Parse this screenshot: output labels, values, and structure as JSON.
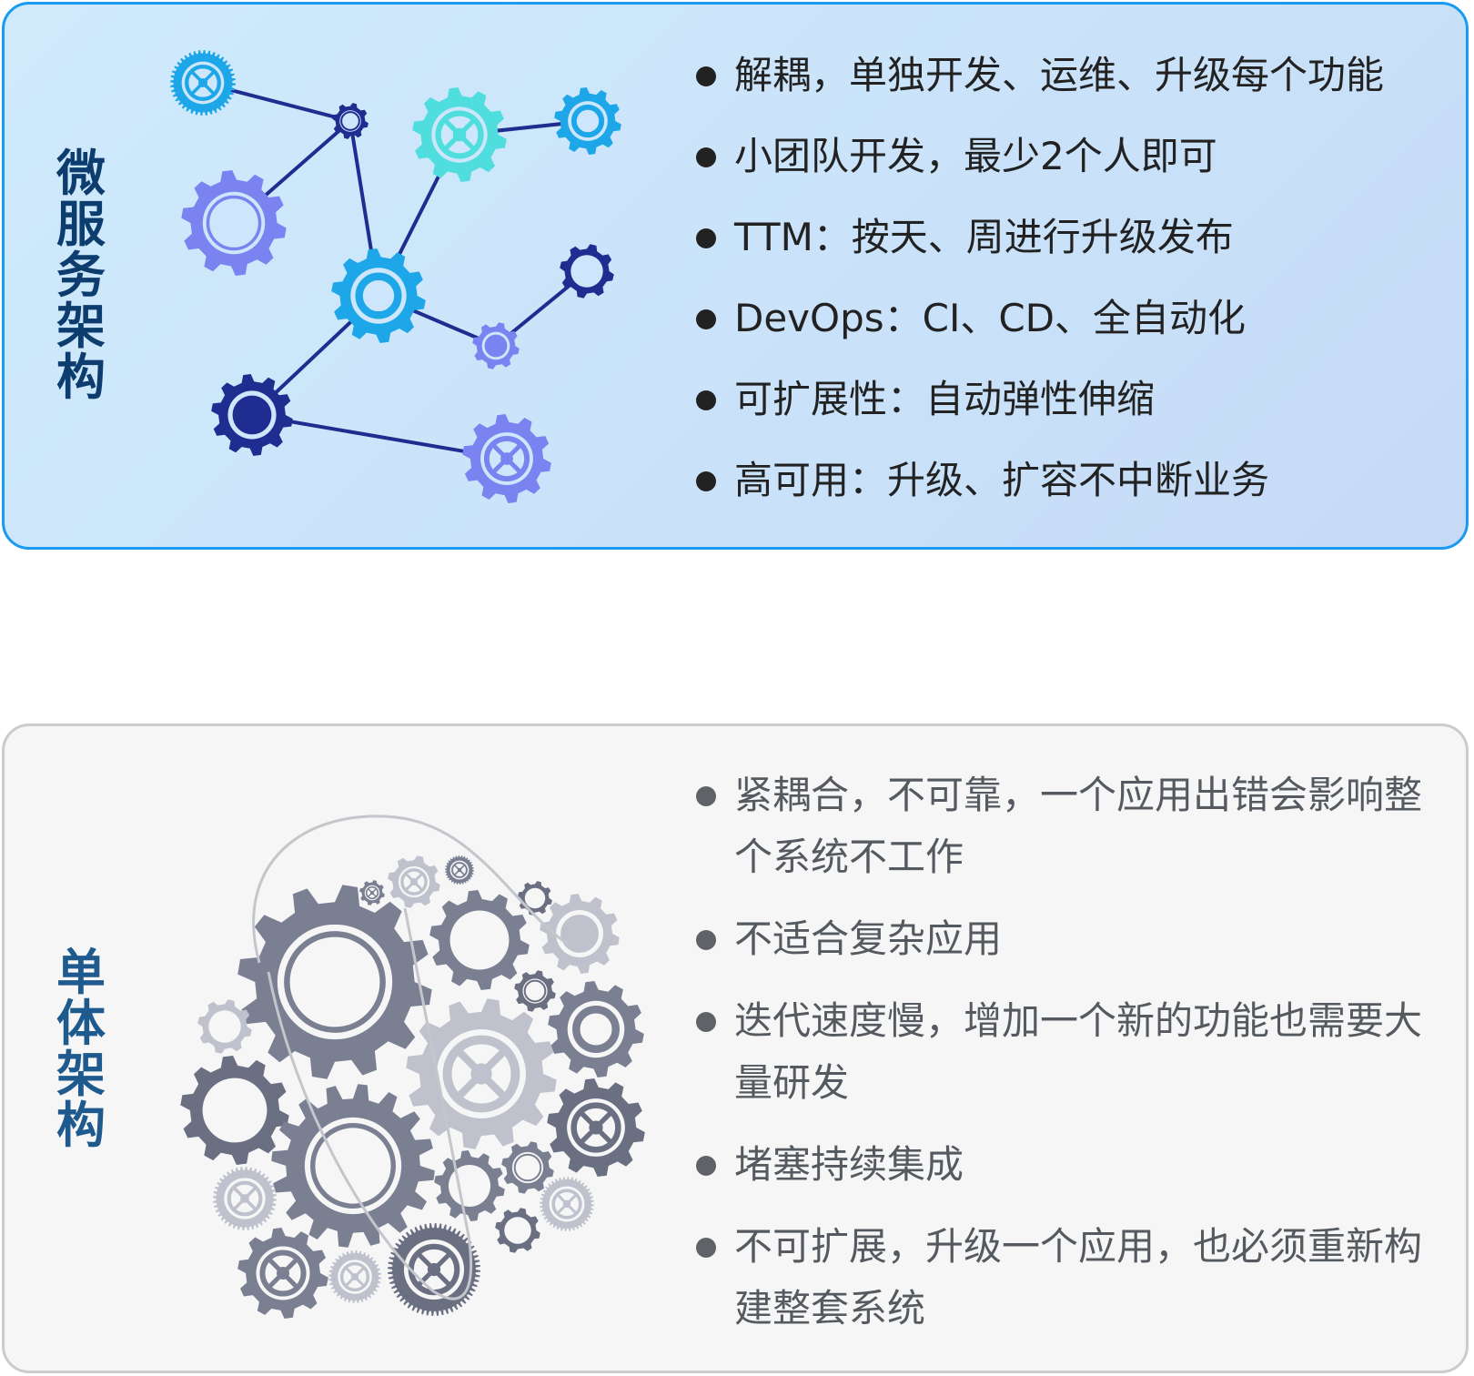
{
  "microservice": {
    "title": "微服务架构",
    "points": [
      "解耦，单独开发、运维、升级每个功能",
      "小团队开发，最少2个人即可",
      "TTM：按天、周进行升级发布",
      "DevOps：CI、CD、全自动化",
      "可扩展性：自动弹性伸缩",
      "高可用：升级、扩容不中断业务"
    ],
    "colors": {
      "border": "#1a9af0",
      "title": "#0d3d6e",
      "link": "#1e2d8f",
      "sky": "#1ea7e8",
      "navy": "#1e2d8f",
      "violet": "#7b83f0",
      "teal": "#4fdedd"
    }
  },
  "monolith": {
    "title": "单体架构",
    "points": [
      "紧耦合，不可靠，一个应用出错会影响整个系统不工作",
      "不适合复杂应用",
      "迭代速度慢，增加一个新的功能也需要大量研发",
      "堵塞持续集成",
      "不可扩展，升级一个应用，也必须重新构建整套系统"
    ],
    "colors": {
      "border": "#cccccc",
      "title": "#1f5a8f",
      "gear_dark": "#6b6f82",
      "gear_mid": "#7a7f92",
      "gear_light": "#bfc2cc"
    }
  }
}
